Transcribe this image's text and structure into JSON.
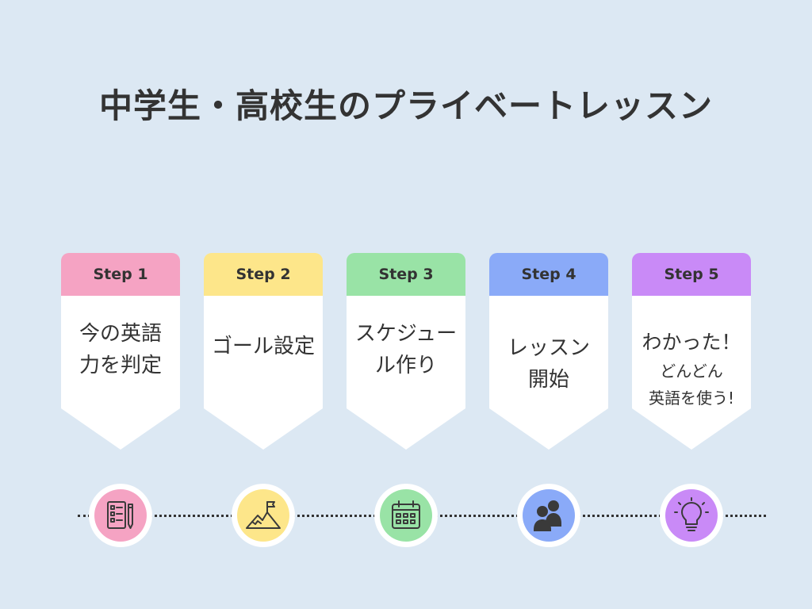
{
  "title": "中学生・高校生のプライベートレッスン",
  "steps": [
    {
      "label": "Step 1",
      "lines": [
        "今の英語",
        "力を判定"
      ],
      "color": "#f5a3c3",
      "icon": "checklist-pencil-icon"
    },
    {
      "label": "Step 2",
      "lines": [
        "ゴール設定"
      ],
      "color": "#fde68a",
      "icon": "mountain-flag-icon"
    },
    {
      "label": "Step 3",
      "lines": [
        "スケジュー",
        "ル作り"
      ],
      "color": "#99e3a6",
      "icon": "calendar-icon"
    },
    {
      "label": "Step 4",
      "lines": [
        "レッスン",
        "開始"
      ],
      "color": "#8aaaf8",
      "icon": "people-icon"
    },
    {
      "label": "Step 5",
      "lines": [
        "わかった！",
        "どんどん",
        "英語を使う!"
      ],
      "color": "#c98af7",
      "icon": "lightbulb-icon"
    }
  ]
}
